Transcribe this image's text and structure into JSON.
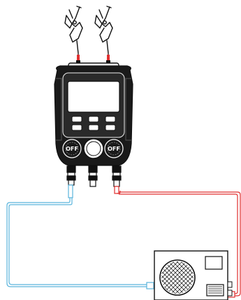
{
  "gauge": {
    "left_knob_label": "OFF",
    "right_knob_label": "OFF"
  },
  "colors": {
    "outline": "#111111",
    "low_side_hose": "#5ab4dc",
    "high_side_hose": "#e03030",
    "device_body": "#1a1a1a",
    "screen_bezel": "#222222"
  },
  "components": {
    "clamps": [
      "left-temperature-clamp",
      "right-temperature-clamp"
    ],
    "hoses": [
      "low-side-hose-blue",
      "high-side-hose-red"
    ],
    "unit": "outdoor-condenser-unit"
  }
}
